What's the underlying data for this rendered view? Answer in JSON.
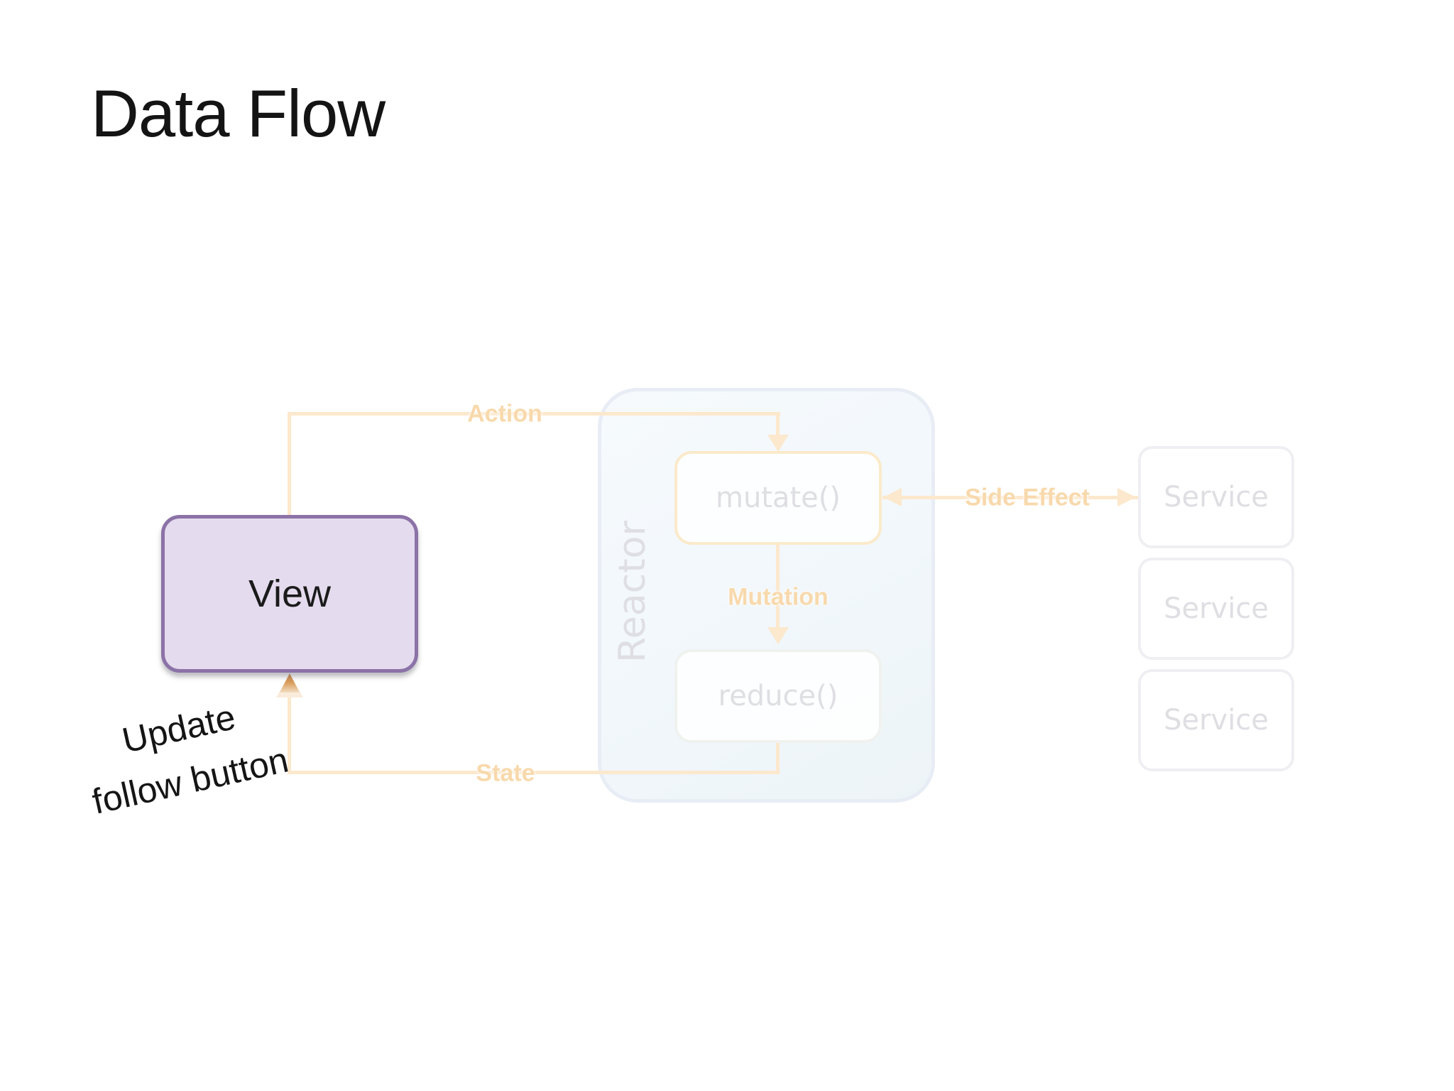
{
  "title": "Data Flow",
  "view": {
    "label": "View"
  },
  "reactor": {
    "label": "Reactor",
    "mutate": "mutate()",
    "reduce": "reduce()"
  },
  "services": [
    {
      "label": "Service"
    },
    {
      "label": "Service"
    },
    {
      "label": "Service"
    }
  ],
  "flows": {
    "action": "Action",
    "mutation": "Mutation",
    "side_effect": "Side Effect",
    "state": "State"
  },
  "annotation": {
    "line1": "Update",
    "line2": "follow button"
  },
  "colors": {
    "accent_purple": "#8B72A7",
    "view_fill": "#E5DBEE",
    "flow_line": "#FCE8CC",
    "flow_label": "#F8D9AC",
    "highlight_arrow": "#D2914F",
    "reactor_border": "#E8EDF5",
    "muted_text": "#DEDEE3"
  }
}
